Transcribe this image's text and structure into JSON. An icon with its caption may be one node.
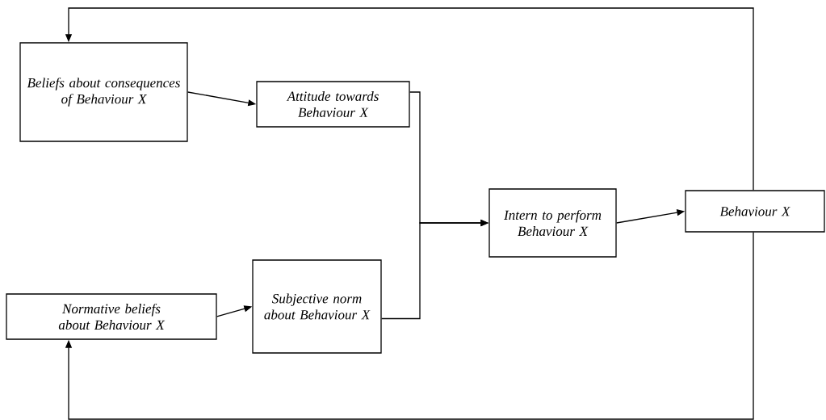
{
  "diagram": {
    "nodes": [
      {
        "text": [
          "Beliefs about consequences of Behaviour X"
        ]
      },
      {
        "text": [
          "Attitude towards Behaviour X"
        ]
      },
      {
        "text": [
          "Intern to perform Behaviour X"
        ]
      },
      {
        "text": [
          "Behaviour X"
        ]
      },
      {
        "text": [
          "Normative beliefs about Behaviour X"
        ]
      },
      {
        "text": [
          "Subjective norm about Behaviour X"
        ]
      }
    ],
    "edges": [
      {
        "from": 0,
        "to": 1,
        "arrow": "to"
      },
      {
        "from": 1,
        "to": 2,
        "arrow": "to"
      },
      {
        "from": 5,
        "to": 2,
        "arrow": "to"
      },
      {
        "from": 4,
        "to": 5,
        "arrow": "to"
      },
      {
        "from": 2,
        "to": 3,
        "arrow": "to"
      },
      {
        "from": 3,
        "to": 0,
        "arrow": "to"
      },
      {
        "from": 3,
        "to": 4,
        "arrow": "to"
      }
    ]
  }
}
